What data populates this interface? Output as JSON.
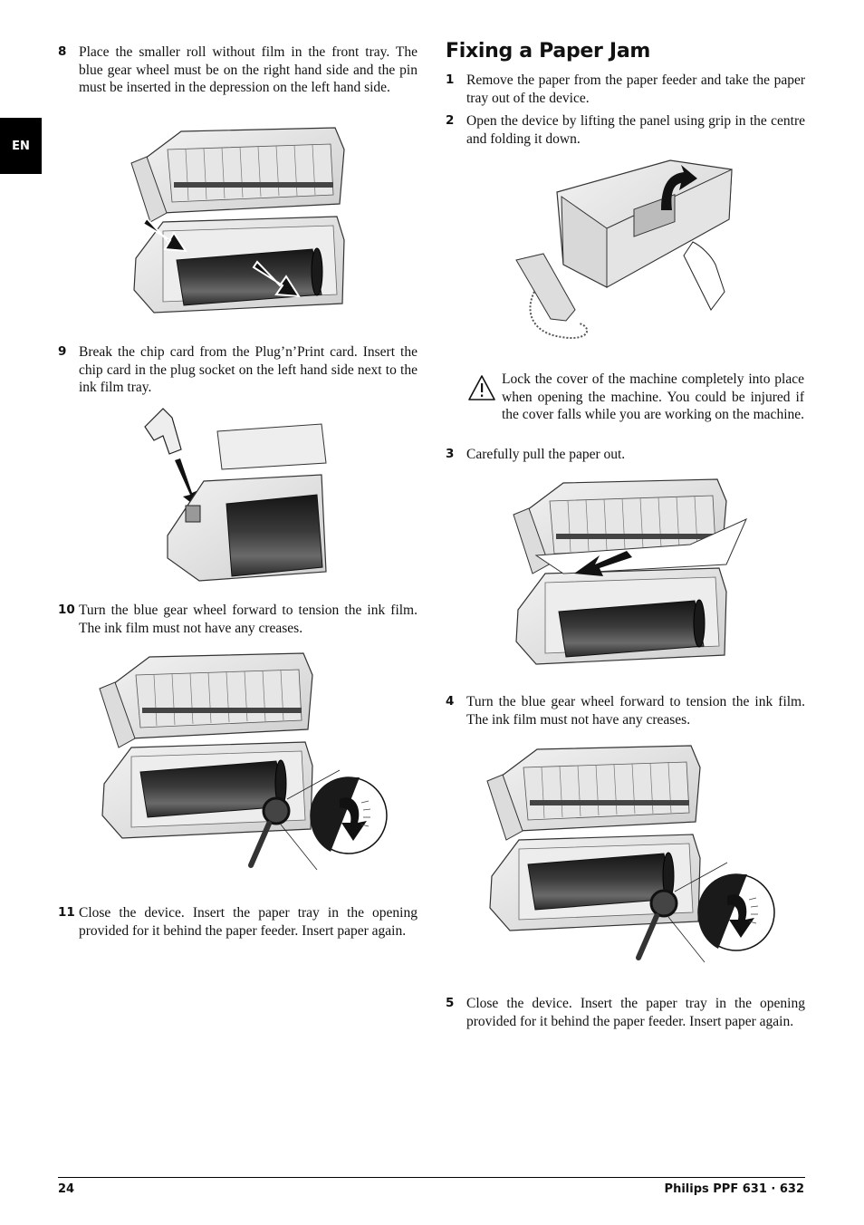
{
  "language_tab": "EN",
  "left_column": {
    "step8": {
      "number": "8",
      "text": "Place the smaller roll without film in the front tray. The blue gear wheel must be on the right hand side and the pin must be inserted in the depression on the left hand side."
    },
    "step9": {
      "number": "9",
      "text": "Break the chip card from the Plug’n’Print card. Insert the chip card in the plug socket on the left hand side next to the ink film tray."
    },
    "step10": {
      "number": "10",
      "text": "Turn the blue gear wheel forward to tension the ink film. The ink film must not have any creases."
    },
    "step11": {
      "number": "11",
      "text": "Close the device. Insert the paper tray in the opening provided for it behind the paper feeder. Insert paper again."
    }
  },
  "right_column": {
    "heading": "Fixing a Paper Jam",
    "step1": {
      "number": "1",
      "text": "Remove the paper from the paper feeder and take the paper tray out of the device."
    },
    "step2": {
      "number": "2",
      "text": "Open the device by lifting the panel using grip in the centre and folding it down."
    },
    "warning": {
      "icon": "warning-triangle-icon",
      "text": "Lock the cover of the machine completely into place when opening the machine. You could be injured if the cover falls while you are working on the machine."
    },
    "step3": {
      "number": "3",
      "text": "Carefully pull the paper out."
    },
    "step4": {
      "number": "4",
      "text": "Turn the blue gear wheel forward to tension the ink film. The ink film must not have any creases."
    },
    "step5": {
      "number": "5",
      "text": "Close the device. Insert the paper tray in the opening provided for it behind the paper feeder. Insert paper again."
    }
  },
  "footer": {
    "page_number": "24",
    "product": "Philips PPF 631 · 632"
  }
}
